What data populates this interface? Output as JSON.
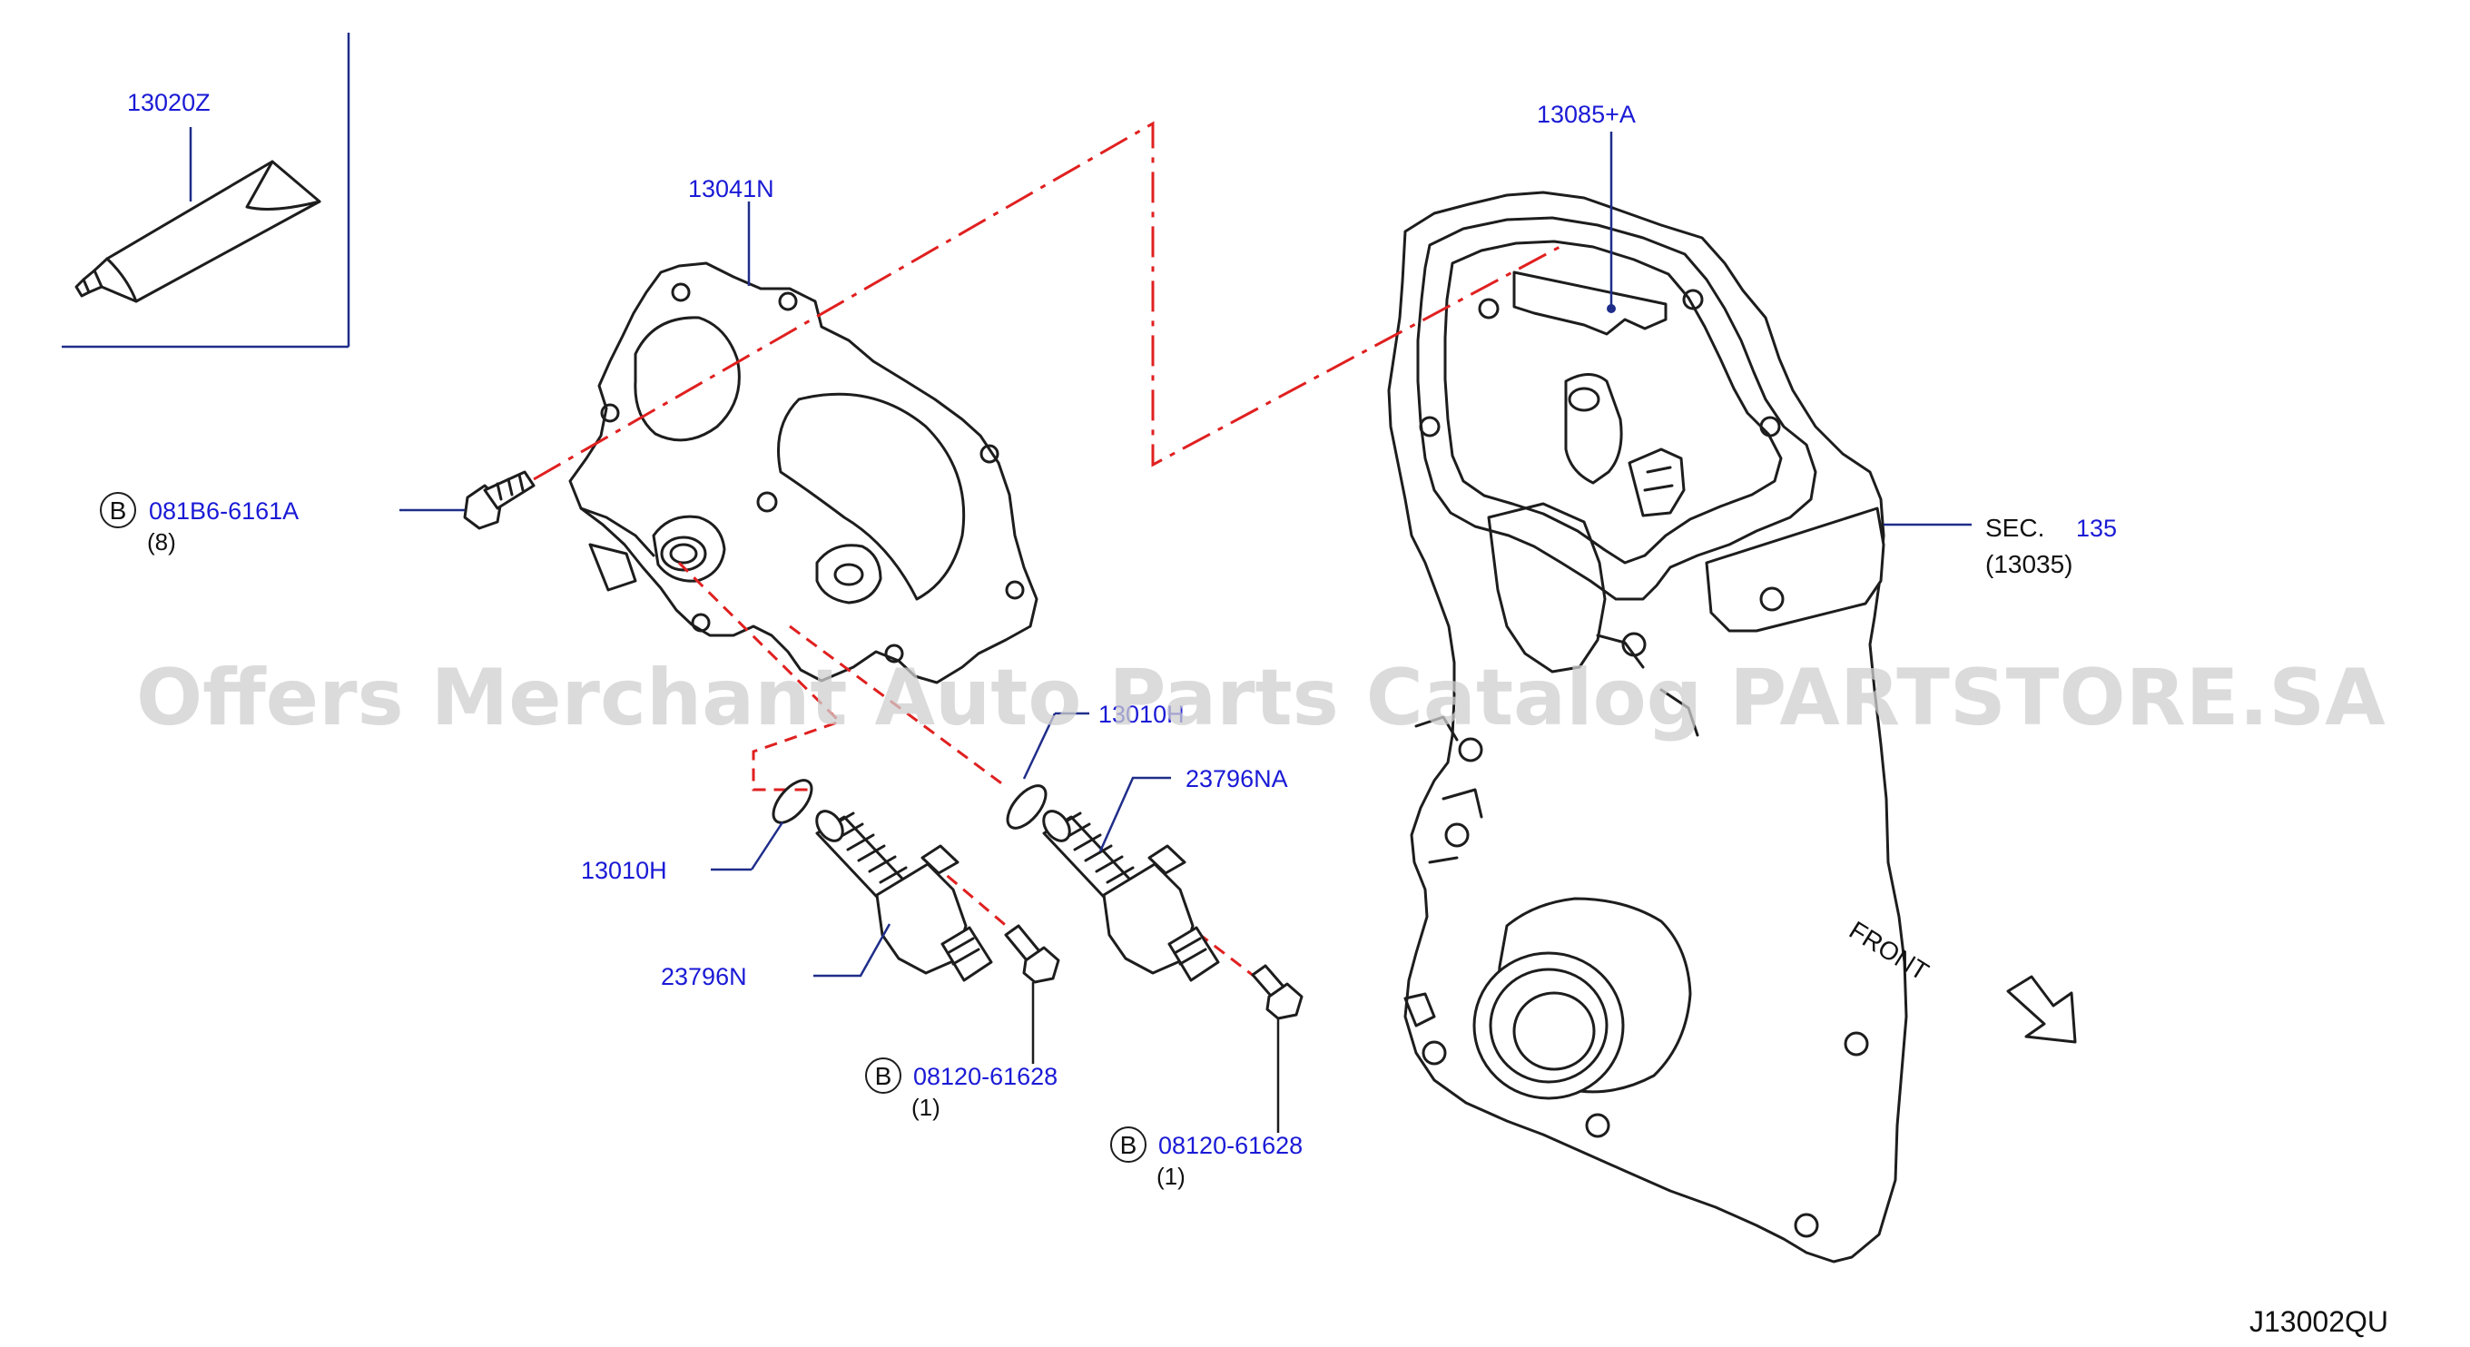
{
  "diagram_code": "J13002QU",
  "watermark": "Offers Merchant Auto Parts Catalog PARTSTORE.SA",
  "front_label": "FRONT",
  "colors": {
    "callout": "#1a1ad6",
    "leader": "#1f2d8a",
    "link_line": "#e02020",
    "line_art": "#1d1d1d",
    "watermark": "#cfcfcf"
  },
  "callouts": {
    "liquid_gasket": {
      "part": "13020Z"
    },
    "front_cover_sub": {
      "part": "13041N"
    },
    "cover_bolt": {
      "badge": "B",
      "part": "081B6-6161A",
      "qty": "(8)"
    },
    "gasket_plate": {
      "part": "13085+A"
    },
    "section_ref": {
      "sec": "SEC.",
      "num": "135",
      "ref": "(13035)"
    },
    "oring_right": {
      "part": "13010H"
    },
    "oring_left": {
      "part": "13010H"
    },
    "valve_timing_right": {
      "part": "23796NA"
    },
    "valve_timing_left": {
      "part": "23796N"
    },
    "solenoid_bolt_left": {
      "badge": "B",
      "part": "08120-61628",
      "qty": "(1)"
    },
    "solenoid_bolt_right": {
      "badge": "B",
      "part": "08120-61628",
      "qty": "(1)"
    }
  }
}
